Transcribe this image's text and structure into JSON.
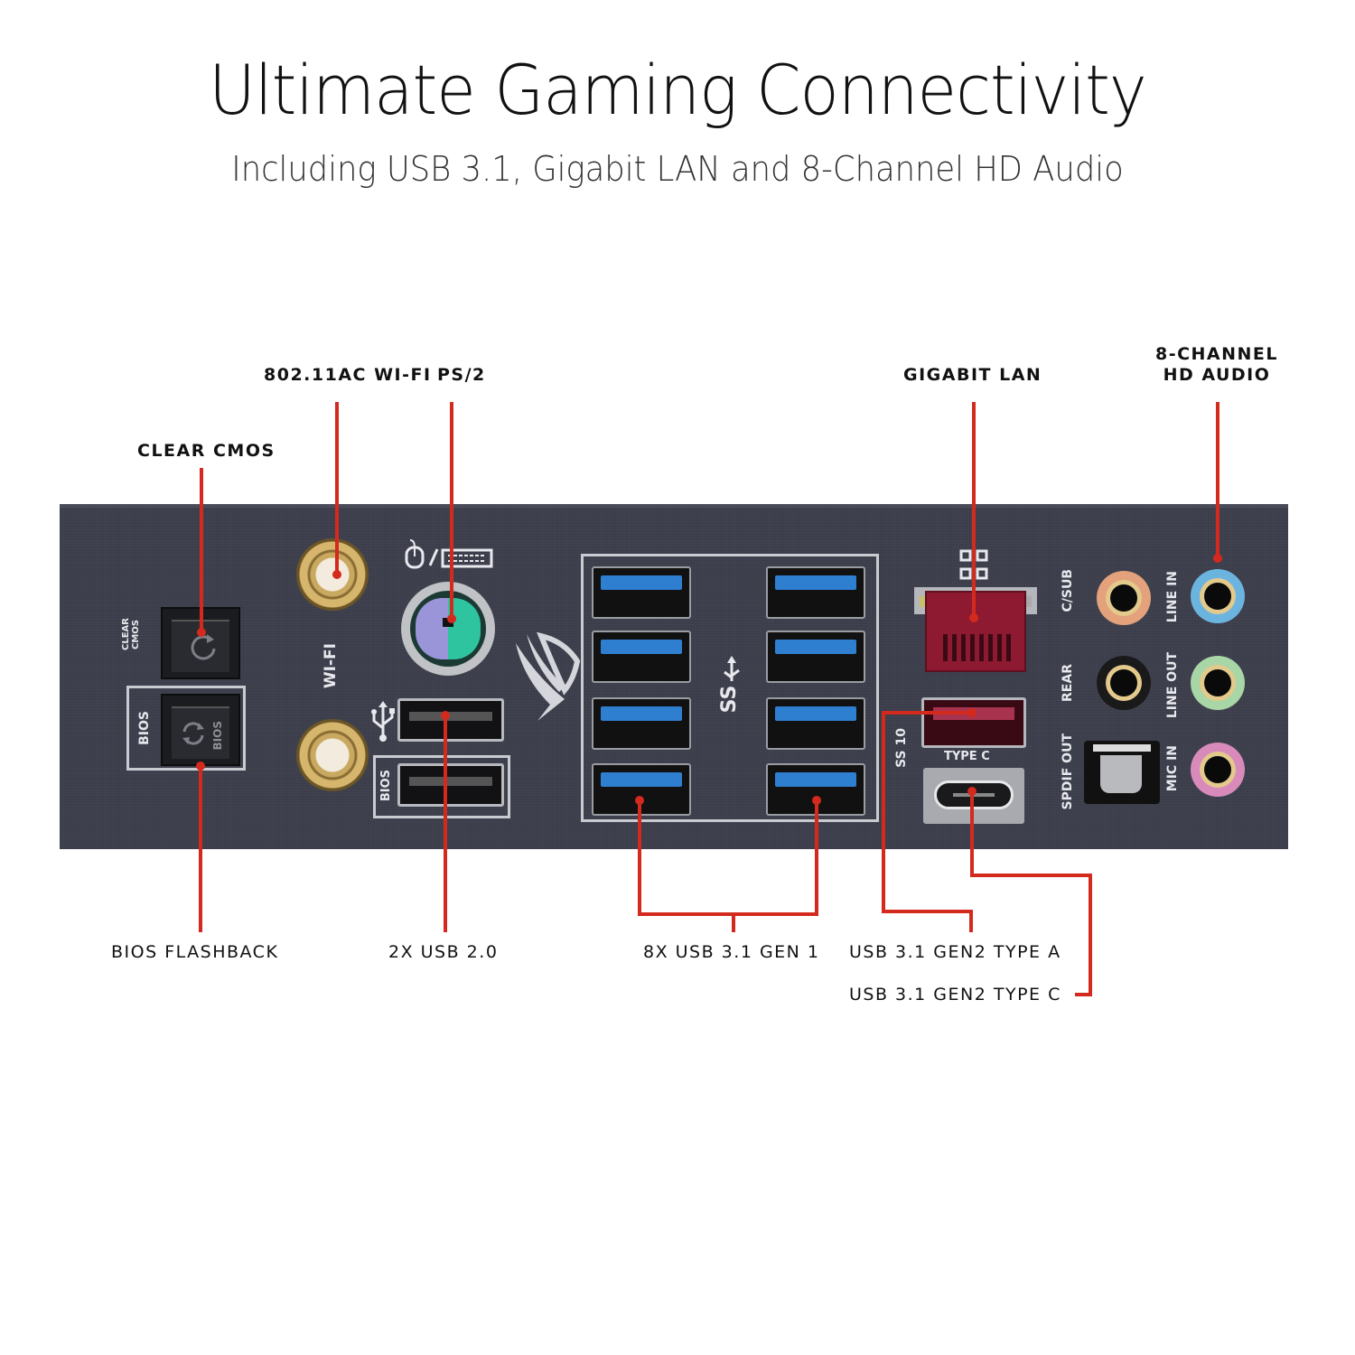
{
  "header": {
    "title": "Ultimate Gaming Connectivity",
    "subtitle": "Including USB 3.1, Gigabit LAN and 8-Channel HD Audio"
  },
  "callouts": {
    "top": [
      {
        "id": "wifi",
        "label": "802.11AC WI-FI"
      },
      {
        "id": "ps2",
        "label": "PS/2"
      },
      {
        "id": "clear_cmos",
        "label": "CLEAR CMOS"
      },
      {
        "id": "lan",
        "label": "GIGABIT LAN"
      },
      {
        "id": "audio",
        "label_line1": "8-CHANNEL",
        "label_line2": "HD AUDIO"
      }
    ],
    "bottom": [
      {
        "id": "bios_flashback",
        "label": "BIOS FLASHBACK"
      },
      {
        "id": "usb20",
        "label": "2X USB 2.0"
      },
      {
        "id": "usb31g1",
        "label": "8X USB 3.1 GEN 1"
      },
      {
        "id": "usb31g2a",
        "label": "USB 3.1 GEN2 TYPE A"
      },
      {
        "id": "usb31g2c",
        "label": "USB 3.1 GEN2 TYPE C"
      }
    ]
  },
  "panel_silkscreen": {
    "clear_cmos_line1": "CLEAR",
    "clear_cmos_line2": "CMOS",
    "bios_left": "BIOS",
    "bios_button": "BIOS",
    "wifi": "WI-FI",
    "bios_usb": "BIOS",
    "type_c": "TYPE C",
    "ss10": "SS 10",
    "audio": {
      "c_sub": "C/SUB",
      "rear": "REAR",
      "spdif_out": "SPDIF OUT",
      "line_in": "LINE IN",
      "line_out": "LINE OUT",
      "mic_in": "MIC IN"
    }
  },
  "colors": {
    "leader": "#d42a1e",
    "panel": "#3b3e4a",
    "usb3_blue": "#2f7fd0",
    "lan_red": "#8e1a32",
    "jack_c_sub": "#e3a27c",
    "jack_rear": "#1a1a1a",
    "jack_line_in": "#6cb4e0",
    "jack_line_out": "#a9d6a6",
    "jack_mic_in": "#d88abb",
    "ps2_mouse": "#9a94d8",
    "ps2_keyboard": "#2fc4a0"
  },
  "icons": [
    "clear-cmos-icon",
    "bios-flashback-icon",
    "wifi-antenna-icon",
    "mouse-icon",
    "keyboard-icon",
    "usb-icon",
    "rog-logo-icon",
    "superspeed-usb-icon",
    "lan-icon"
  ]
}
